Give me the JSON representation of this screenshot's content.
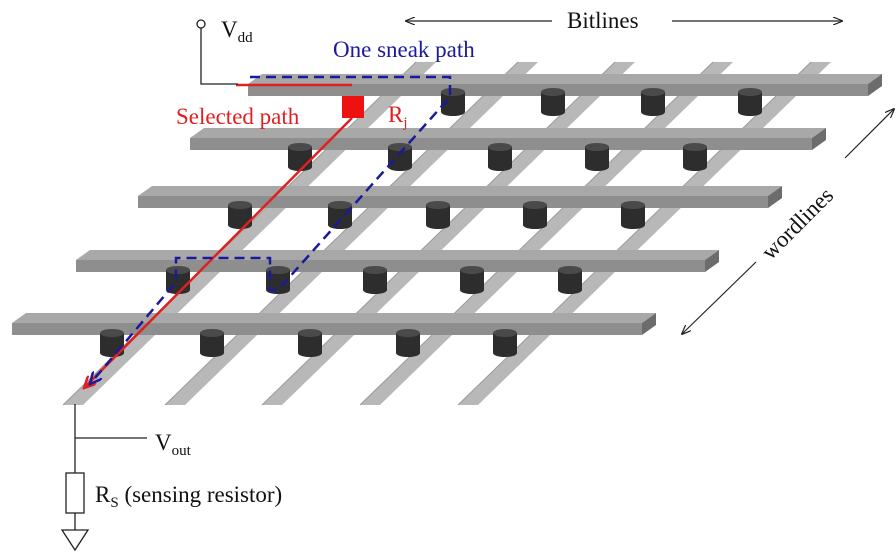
{
  "labels": {
    "vdd_main": "V",
    "vdd_sub": "dd",
    "bitlines": "Bitlines",
    "sneak_path": "One sneak path",
    "selected_path": "Selected path",
    "rj_main": "R",
    "rj_sub": "j",
    "wordlines": "wordlines",
    "vout_main": "V",
    "vout_sub": "out",
    "rs_main": "R",
    "rs_sub": "S",
    "rs_desc": " (sensing resistor)"
  },
  "colors": {
    "selected_path": "#e02020",
    "sneak_path": "#1a1a9a",
    "bitline_top": "#b8b8b8",
    "bitline_side": "#9a9a9a",
    "wordline_top": "#8e8e8e",
    "wordline_side": "#6c6c6c",
    "memristor": "#2d2d2d"
  }
}
